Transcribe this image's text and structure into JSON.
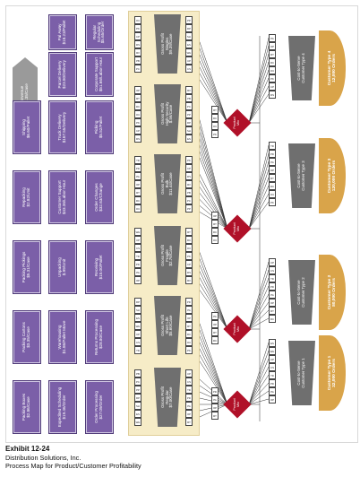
{
  "revenue": {
    "line1": "Revenue",
    "line2": "$4.35/Case"
  },
  "cost_activities": [
    {
      "label1": "Packing Boxes",
      "label2": "$2.86/Case"
    },
    {
      "label1": "Packing Cartons",
      "label2": "$3.35/Case"
    },
    {
      "label1": "Packing Pickings",
      "label2": "$5.31/Case"
    },
    {
      "label1": "Repacking",
      "label2": "$2.82/Unit"
    },
    {
      "label1": "Shipping",
      "label2": "$6.60/Pallet"
    },
    {
      "label1": "Expedited Scheduling",
      "label2": "$19.46/Order"
    },
    {
      "label1": "Warehousing",
      "label2": "$1.86/Pallet Move"
    },
    {
      "label1": "Unpacking",
      "label2": "$.99/Unit"
    },
    {
      "label1": "Customer Support",
      "label2": "$43.36/Labor Hour"
    },
    {
      "label1": "Truck Delivery",
      "label2": "$167.55/Delivery"
    },
    {
      "label1": "Parcel Delivery",
      "label2": "$23.80/Delivery"
    },
    {
      "label1": "Pal Away",
      "label2": "$18.23/Pallet"
    },
    {
      "label1": "Order Processing",
      "label2": "$27.09/Order"
    },
    {
      "label1": "Returns Processing",
      "label2": "$28.80/Case"
    },
    {
      "label1": "Receiving",
      "label2": "$15.00/Pallet"
    },
    {
      "label1": "Order Changes",
      "label2": "$32.63/Change"
    },
    {
      "label1": "Picking",
      "label2": "$5.52/Pallet"
    },
    {
      "label1": "Corporate Support",
      "label2": "$51.66/Labor Hour"
    },
    {
      "label1": "Regular Scheduling",
      "label2": "$5.65/Order"
    }
  ],
  "gross_profit": [
    {
      "label1": "Gross Profit",
      "label2": "Regular",
      "label3": "$7.00/Case"
    },
    {
      "label1": "Gross Profit",
      "label2": "Short Life",
      "label3": "$5.60/Case"
    },
    {
      "label1": "Gross Profit",
      "label2": "Fragile",
      "label3": "$2.76/Case"
    },
    {
      "label1": "Gross Profit",
      "label2": "Bulk",
      "label3": "$11.44/Case"
    },
    {
      "label1": "Gross Profit",
      "label2": "High Security",
      "label3": "$.56/Case"
    },
    {
      "label1": "Gross Profit",
      "label2": "Singles",
      "label3": "$9.39/Case"
    }
  ],
  "product_mix": {
    "line1": "Product",
    "line2": "Mix"
  },
  "cost_to_serve": [
    {
      "line1": "Cost-to-Serve",
      "line2": "Customer Type 1"
    },
    {
      "line1": "Cost-to-Serve",
      "line2": "Customer Type 2"
    },
    {
      "line1": "Cost-to-Serve",
      "line2": "Customer Type 3"
    },
    {
      "line1": "Cost-to-Serve",
      "line2": "Customer Type 4"
    }
  ],
  "customer_types": [
    {
      "line1": "Customer Type 1",
      "line2": "32,000 Orders"
    },
    {
      "line1": "Customer Type 2",
      "line2": "80,000 Orders"
    },
    {
      "line1": "Customer Type 3",
      "line2": "120,000 Orders"
    },
    {
      "line1": "Customer Type 4",
      "line2": "12,000 Orders"
    }
  ],
  "tags": [
    "PB",
    "PC",
    "PP",
    "RP",
    "SH",
    "ES",
    "WH",
    "UP",
    "CS",
    "TD",
    "PD",
    "PA",
    "OP",
    "RT",
    "RC",
    "OC",
    "PK",
    "CP",
    "RS",
    "RV"
  ],
  "caption": {
    "exhibit": "Exhibit 12-24",
    "company": "Distribution Solutions, Inc.",
    "subtitle": "Process Map for Product/Customer Profitability"
  }
}
